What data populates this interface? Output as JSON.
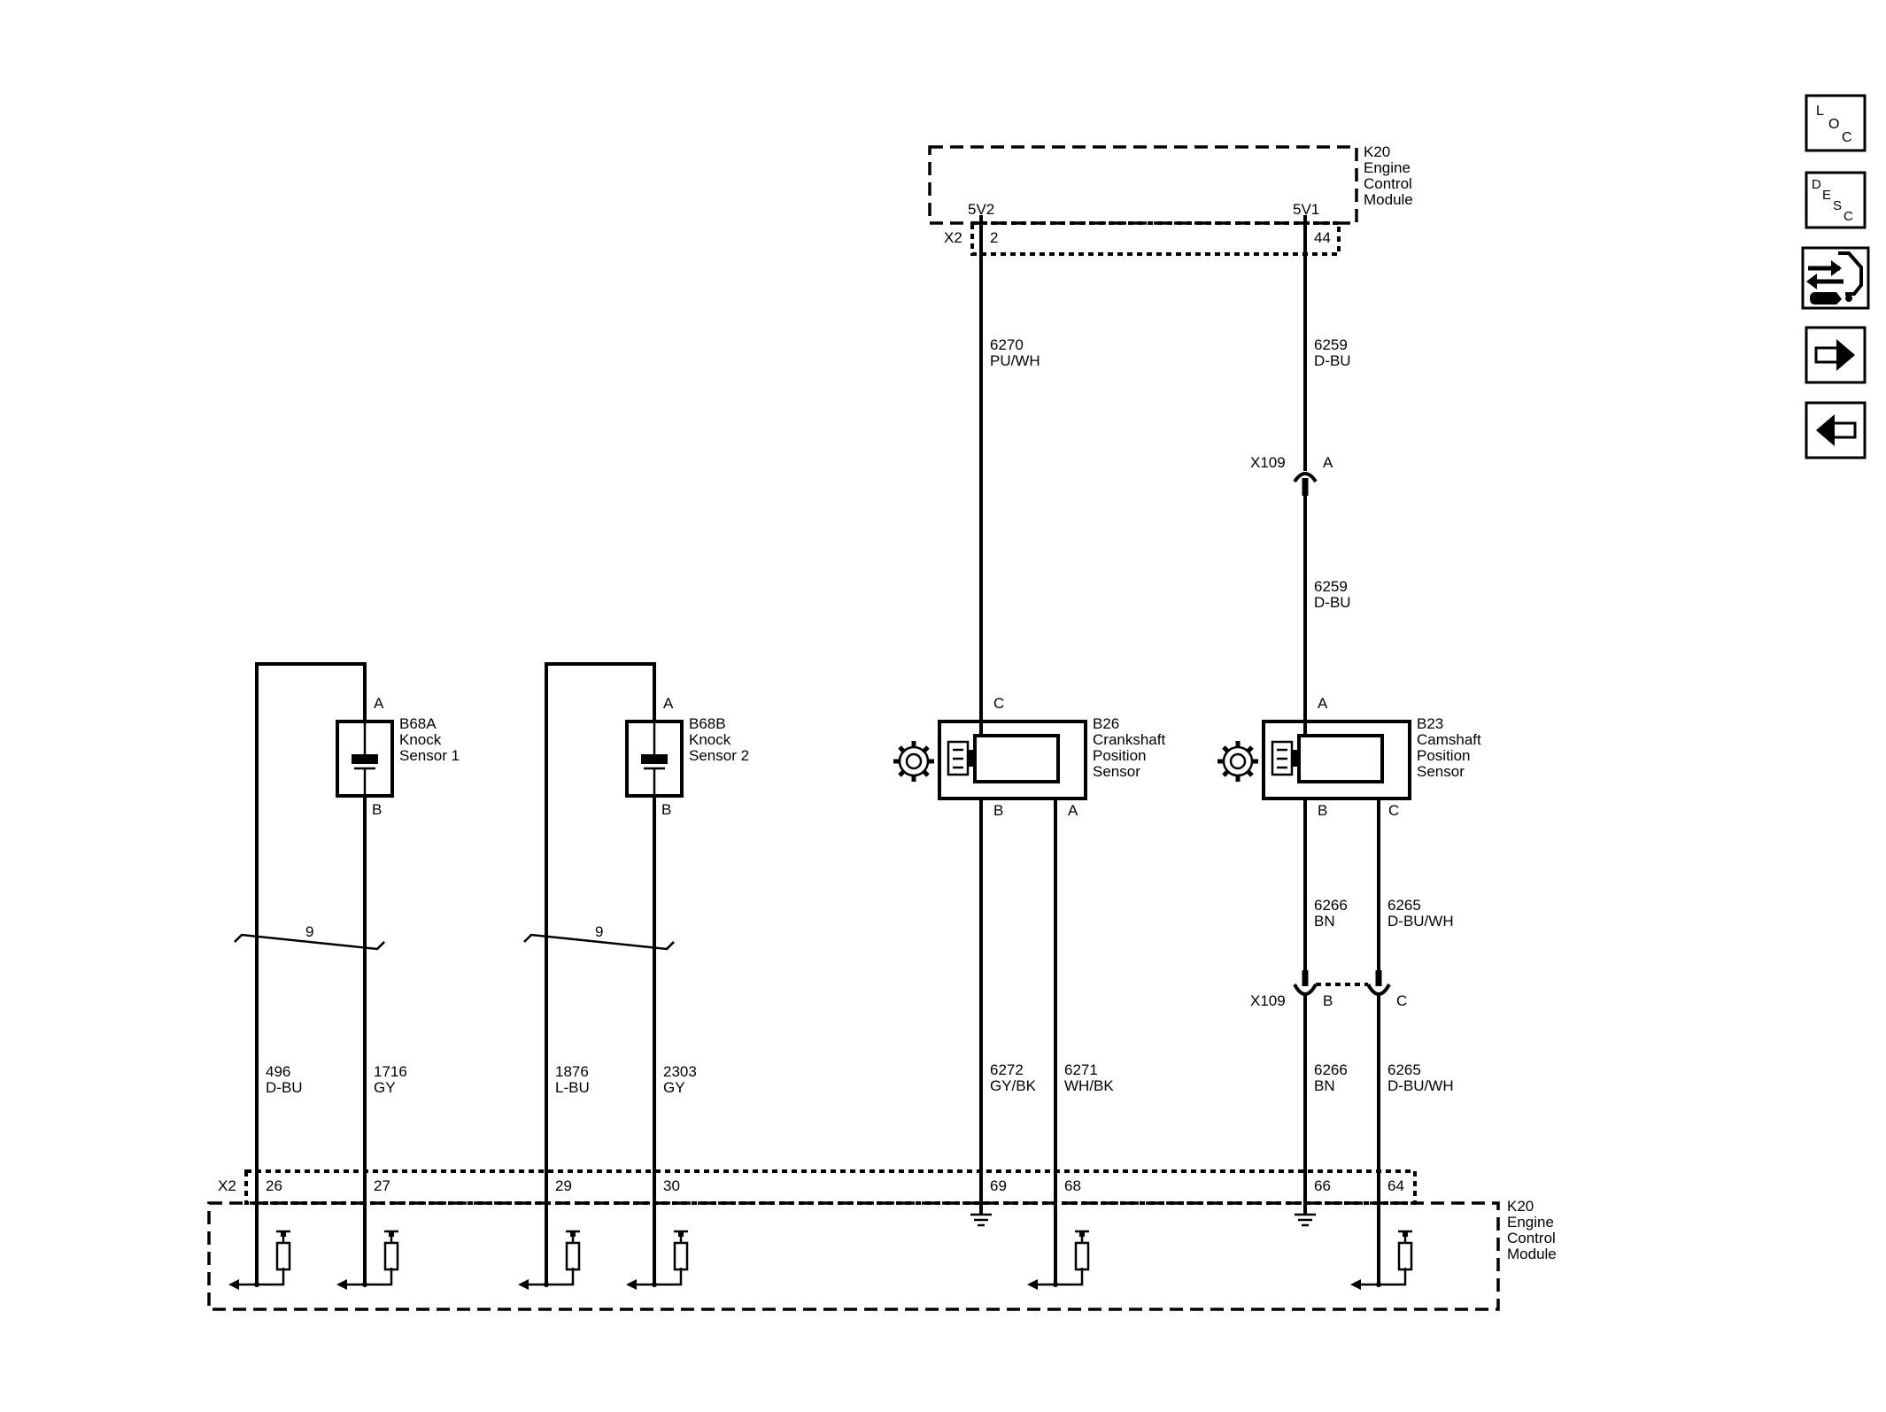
{
  "ecm_top": {
    "line1": "K20",
    "line2": "Engine",
    "line3": "Control",
    "line4": "Module",
    "connector": "X2",
    "pin_5v2_label": "5V2",
    "pin_5v2": "2",
    "pin_5v1_label": "5V1",
    "pin_5v1": "44"
  },
  "ecm_bottom": {
    "line1": "K20",
    "line2": "Engine",
    "line3": "Control",
    "line4": "Module",
    "connector": "X2",
    "pins": [
      "26",
      "27",
      "29",
      "30",
      "69",
      "68",
      "66",
      "64"
    ]
  },
  "wires": {
    "w6270": {
      "circuit": "6270",
      "color": "PU/WH"
    },
    "w6259a": {
      "circuit": "6259",
      "color": "D-BU"
    },
    "w6259b": {
      "circuit": "6259",
      "color": "D-BU"
    },
    "w496": {
      "circuit": "496",
      "color": "D-BU"
    },
    "w1716": {
      "circuit": "1716",
      "color": "GY"
    },
    "w1876": {
      "circuit": "1876",
      "color": "L-BU"
    },
    "w2303": {
      "circuit": "2303",
      "color": "GY"
    },
    "w6272": {
      "circuit": "6272",
      "color": "GY/BK"
    },
    "w6271": {
      "circuit": "6271",
      "color": "WH/BK"
    },
    "w6266a": {
      "circuit": "6266",
      "color": "BN"
    },
    "w6265a": {
      "circuit": "6265",
      "color": "D-BU/WH"
    },
    "w6266b": {
      "circuit": "6266",
      "color": "BN"
    },
    "w6265b": {
      "circuit": "6265",
      "color": "D-BU/WH"
    }
  },
  "x109": {
    "name_top": "X109",
    "pin_a": "A",
    "name_bottom": "X109",
    "pin_b": "B",
    "pin_c": "C"
  },
  "knock1": {
    "id": "B68A",
    "line2": "Knock",
    "line3": "Sensor 1",
    "pin_a": "A",
    "pin_b": "B",
    "twist": "9"
  },
  "knock2": {
    "id": "B68B",
    "line2": "Knock",
    "line3": "Sensor 2",
    "pin_a": "A",
    "pin_b": "B",
    "twist": "9"
  },
  "crank": {
    "id": "B26",
    "line2": "Crankshaft",
    "line3": "Position",
    "line4": "Sensor",
    "pin_c": "C",
    "pin_b": "B",
    "pin_a": "A"
  },
  "cam": {
    "id": "B23",
    "line2": "Camshaft",
    "line3": "Position",
    "line4": "Sensor",
    "pin_a": "A",
    "pin_b": "B",
    "pin_c": "C"
  },
  "nav": {
    "loc": {
      "l": "L",
      "o": "O",
      "c": "C"
    },
    "desc": {
      "d": "D",
      "e": "E",
      "s": "S",
      "c": "C"
    }
  }
}
